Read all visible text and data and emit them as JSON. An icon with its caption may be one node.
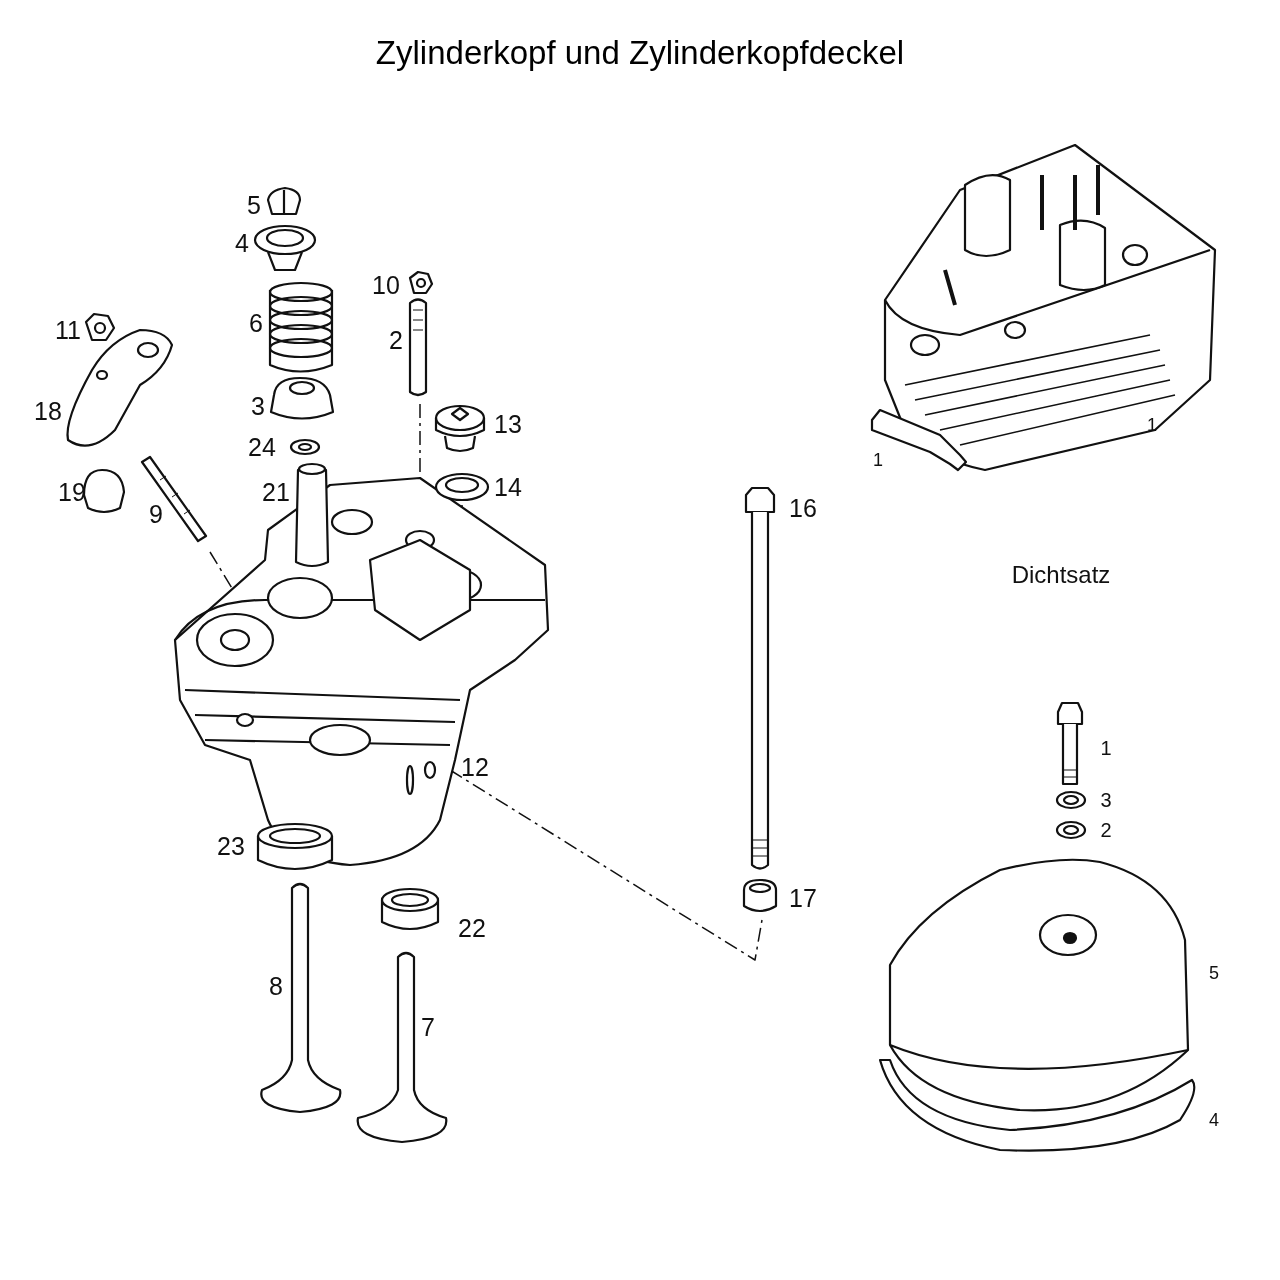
{
  "diagram": {
    "title": "Zylinderkopf und Zylinderkopfdeckel",
    "labels": [
      "5",
      "4",
      "10",
      "11",
      "6",
      "2",
      "18",
      "3",
      "13",
      "1",
      "24",
      "14",
      "1",
      "19",
      "21",
      "9",
      "16",
      "Dichtsatz",
      "12",
      "1",
      "3",
      "2",
      "23",
      "17",
      "22",
      "5",
      "8",
      "7",
      "4"
    ]
  }
}
